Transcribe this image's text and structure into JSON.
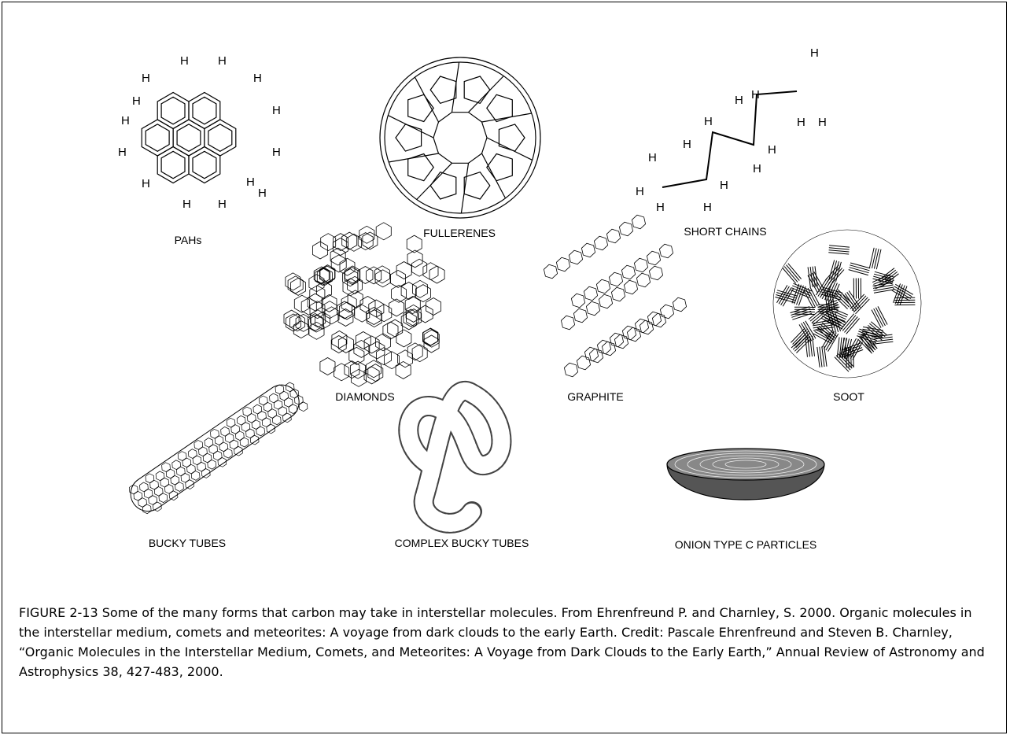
{
  "figure": {
    "labels": {
      "pahs": "PAHs",
      "fullerenes": "FULLERENES",
      "short_chains": "SHORT CHAINS",
      "diamonds": "DIAMONDS",
      "graphite": "GRAPHITE",
      "soot": "SOOT",
      "bucky_tubes": "BUCKY TUBES",
      "complex_bucky_tubes": "COMPLEX BUCKY TUBES",
      "onion_particles": "ONION TYPE C PARTICLES"
    },
    "atom_symbol": "H",
    "caption": "FIGURE 2-13  Some of the many forms that carbon may take in interstellar molecules. From Ehrenfreund P. and Charnley, S. 2000. Organic molecules in the interstellar medium, comets and meteorites: A voyage from dark clouds to the early Earth.  Credit: Pascale Ehrenfreund and Steven B. Charnley, “Organic Molecules in the Interstellar Medium, Comets, and Meteorites:  A Voyage from Dark Clouds to the Early Earth,” Annual Review of Astronomy and Astrophysics 38, 427-483, 2000."
  }
}
